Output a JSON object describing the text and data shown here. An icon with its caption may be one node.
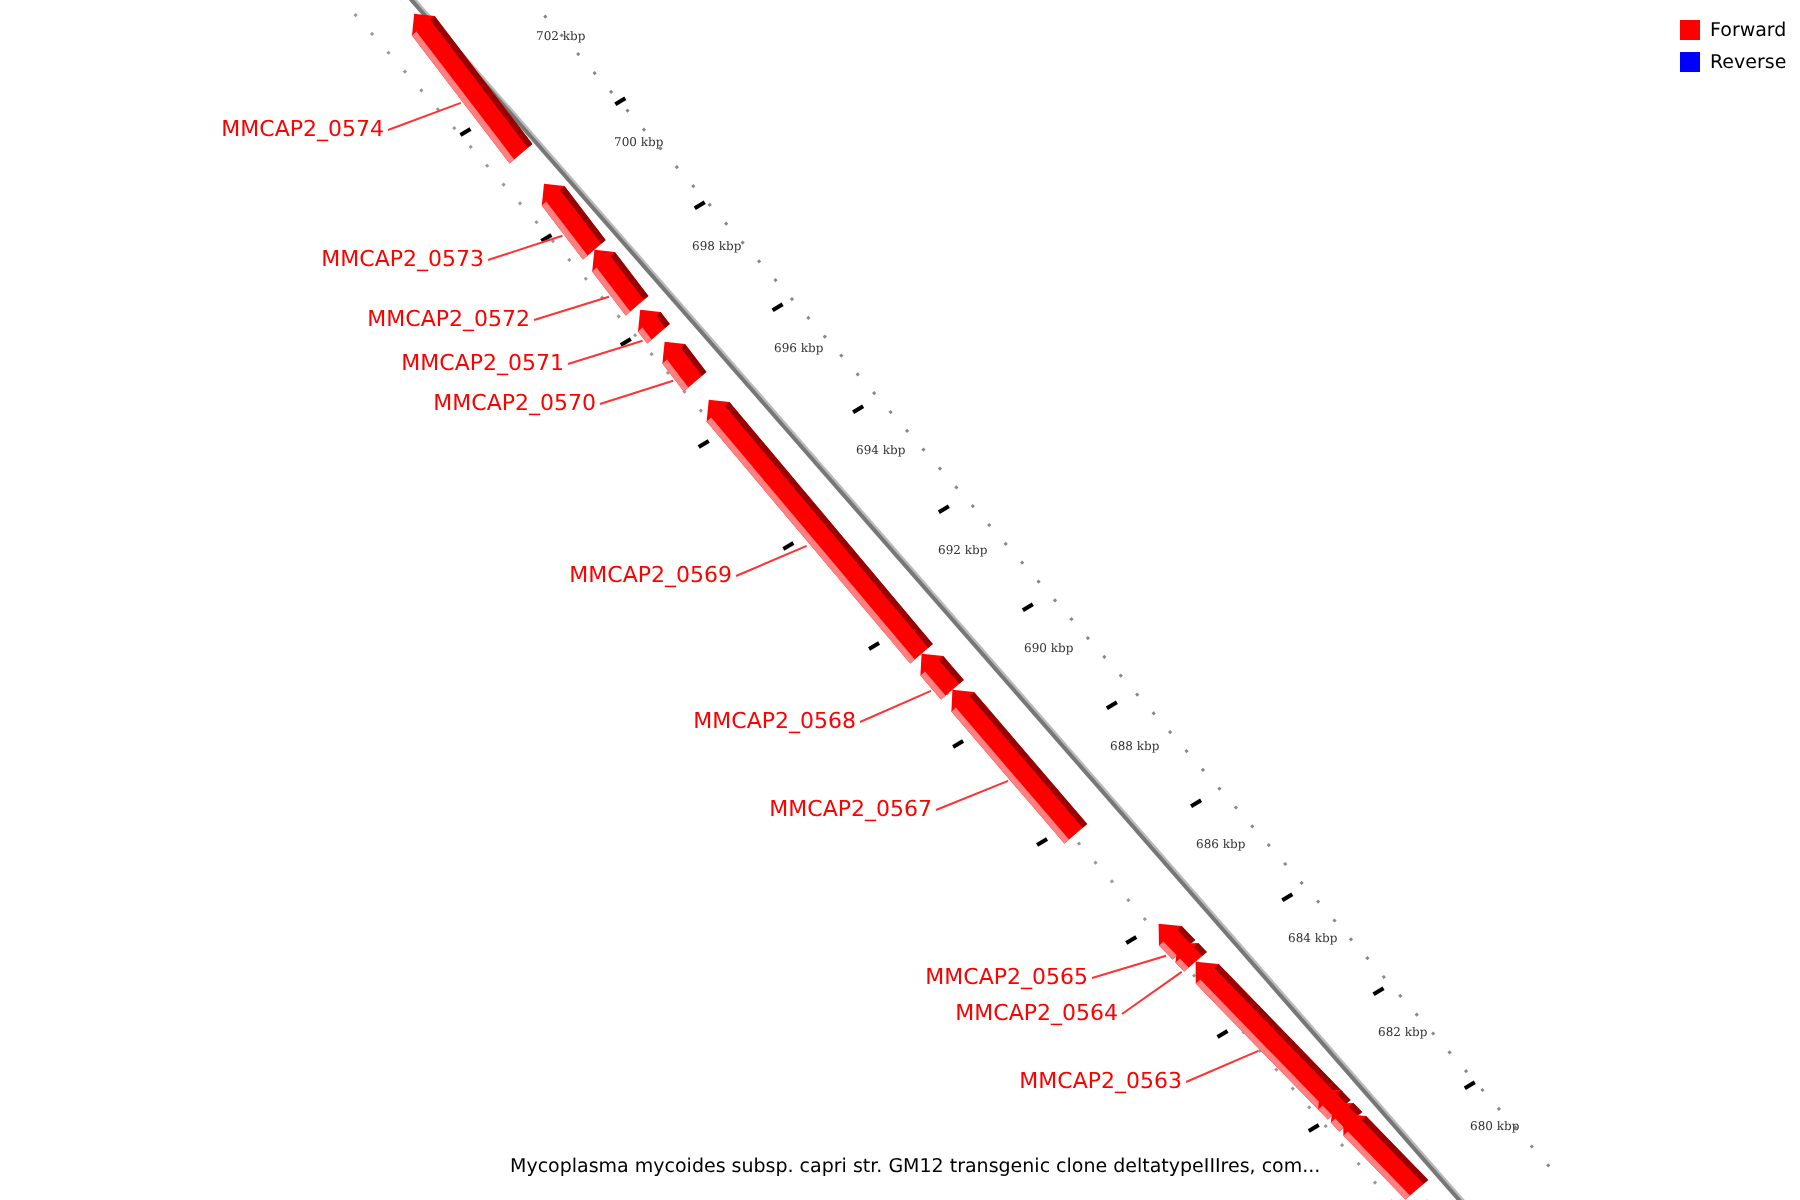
{
  "diagram": {
    "caption": "Mycoplasma mycoides subsp. capri str. GM12 transgenic clone deltatypeIIIres, com...",
    "nodes": [
      {
        "text": [
          "MMCAP2_0574"
        ]
      },
      {
        "text": [],
        "shape": "bar"
      },
      {
        "text": [
          "MMCAP2_0573"
        ]
      },
      {
        "text": [],
        "shape": "bar"
      },
      {
        "text": [
          "MMCAP2_0572"
        ]
      },
      {
        "text": [],
        "shape": "bar"
      },
      {
        "text": [
          "MMCAP2_0571"
        ]
      },
      {
        "text": [],
        "shape": "bar"
      },
      {
        "text": [
          "MMCAP2_0570"
        ]
      },
      {
        "text": [],
        "shape": "bar"
      },
      {
        "text": [
          "MMCAP2_0569"
        ]
      },
      {
        "text": [],
        "shape": "bar"
      },
      {
        "text": [
          "MMCAP2_0568"
        ]
      },
      {
        "text": [],
        "shape": "bar"
      },
      {
        "text": [
          "MMCAP2_0567"
        ]
      },
      {
        "text": [],
        "shape": "bar"
      },
      {
        "text": [
          "MMCAP2_0565"
        ]
      },
      {
        "text": [],
        "shape": "bar"
      },
      {
        "text": [
          "MMCAP2_0564"
        ]
      },
      {
        "text": [],
        "shape": "bar"
      },
      {
        "text": [
          "MMCAP2_0563"
        ]
      },
      {
        "text": [],
        "shape": "bar"
      },
      {
        "text": [],
        "shape": "bar"
      },
      {
        "text": [],
        "shape": "bar"
      },
      {
        "text": [],
        "shape": "bar"
      },
      {
        "text": [],
        "shape": "bar"
      }
    ],
    "edges": [
      {
        "from": 0,
        "to": 1,
        "arrow": "none"
      },
      {
        "from": 2,
        "to": 3,
        "arrow": "none"
      },
      {
        "from": 4,
        "to": 5,
        "arrow": "none"
      },
      {
        "from": 6,
        "to": 7,
        "arrow": "none"
      },
      {
        "from": 8,
        "to": 9,
        "arrow": "none"
      },
      {
        "from": 10,
        "to": 11,
        "arrow": "none"
      },
      {
        "from": 12,
        "to": 13,
        "arrow": "none"
      },
      {
        "from": 14,
        "to": 15,
        "arrow": "none"
      },
      {
        "from": 16,
        "to": 17,
        "arrow": "none"
      },
      {
        "from": 18,
        "to": 19,
        "arrow": "none"
      },
      {
        "from": 20,
        "to": 21,
        "arrow": "none"
      }
    ],
    "labels": [
      "702 kbp",
      "700 kbp",
      "698 kbp",
      "696 kbp",
      "694 kbp",
      "692 kbp",
      "690 kbp",
      "688 kbp",
      "686 kbp",
      "684 kbp",
      "682 kbp",
      "680 kbp"
    ],
    "legend": [
      {
        "text": "Forward",
        "color": "#ff0000"
      },
      {
        "text": "Reverse",
        "color": "#0000ff"
      }
    ]
  }
}
